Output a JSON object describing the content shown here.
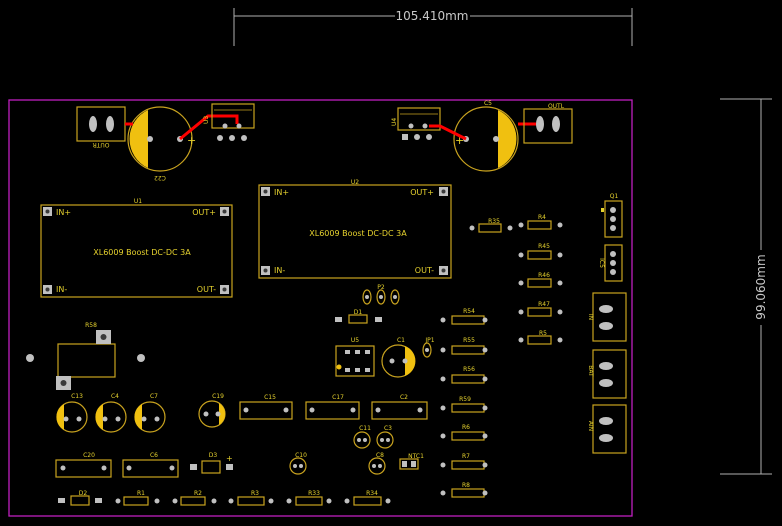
{
  "dimensions": {
    "width": "105.410mm",
    "height": "99.060mm"
  },
  "colors": {
    "board_outline": "#c020c0",
    "silkscreen": "#c9a31f",
    "copper_trace": "#ff0000",
    "pad": "#c0c0c0",
    "capacitor_body": "#f0c010",
    "dimension_lines": "#b0b0b0"
  },
  "modules": {
    "u1": {
      "ref": "U1",
      "title": "XL6009 Boost DC-DC 3A",
      "in_plus": "IN+",
      "in_minus": "IN-",
      "out_plus": "OUT+",
      "out_minus": "OUT-"
    },
    "u2": {
      "ref": "U2",
      "title": "XL6009 Boost DC-DC 3A",
      "in_plus": "IN+",
      "in_minus": "IN-",
      "out_plus": "OUT+",
      "out_minus": "OUT-"
    }
  },
  "labels": {
    "c22": "C22",
    "outr": "OUTR",
    "u3": "U3",
    "u4": "U4",
    "c5_top": "C5",
    "outl": "OUTL",
    "q1": "Q1",
    "ic5": "IC5",
    "r35": "R35",
    "r4": "R4",
    "r45": "R45",
    "r46": "R46",
    "r47": "R47",
    "r5": "R5",
    "in": "IN",
    "bat": "BAT",
    "ain": "AIN",
    "p2": "P2",
    "d1": "D1",
    "r54": "R54",
    "r55": "R55",
    "r56": "R56",
    "r59": "R59",
    "r6": "R6",
    "r7": "R7",
    "r8": "R8",
    "u5": "U5",
    "c1": "C1",
    "jp1": "JP1",
    "r58": "R58",
    "c13": "C13",
    "c4": "C4",
    "c7": "C7",
    "c19": "C19",
    "c15": "C15",
    "c17": "C17",
    "c2": "C2",
    "c11": "C11",
    "c3": "C3",
    "c20": "C20",
    "c6": "C6",
    "d3": "D3",
    "c10": "C10",
    "c8": "C8",
    "ntc1": "NTC1",
    "d2": "D2",
    "r1": "R1",
    "r2": "R2",
    "r3": "R3",
    "r33": "R33",
    "r34": "R34"
  }
}
